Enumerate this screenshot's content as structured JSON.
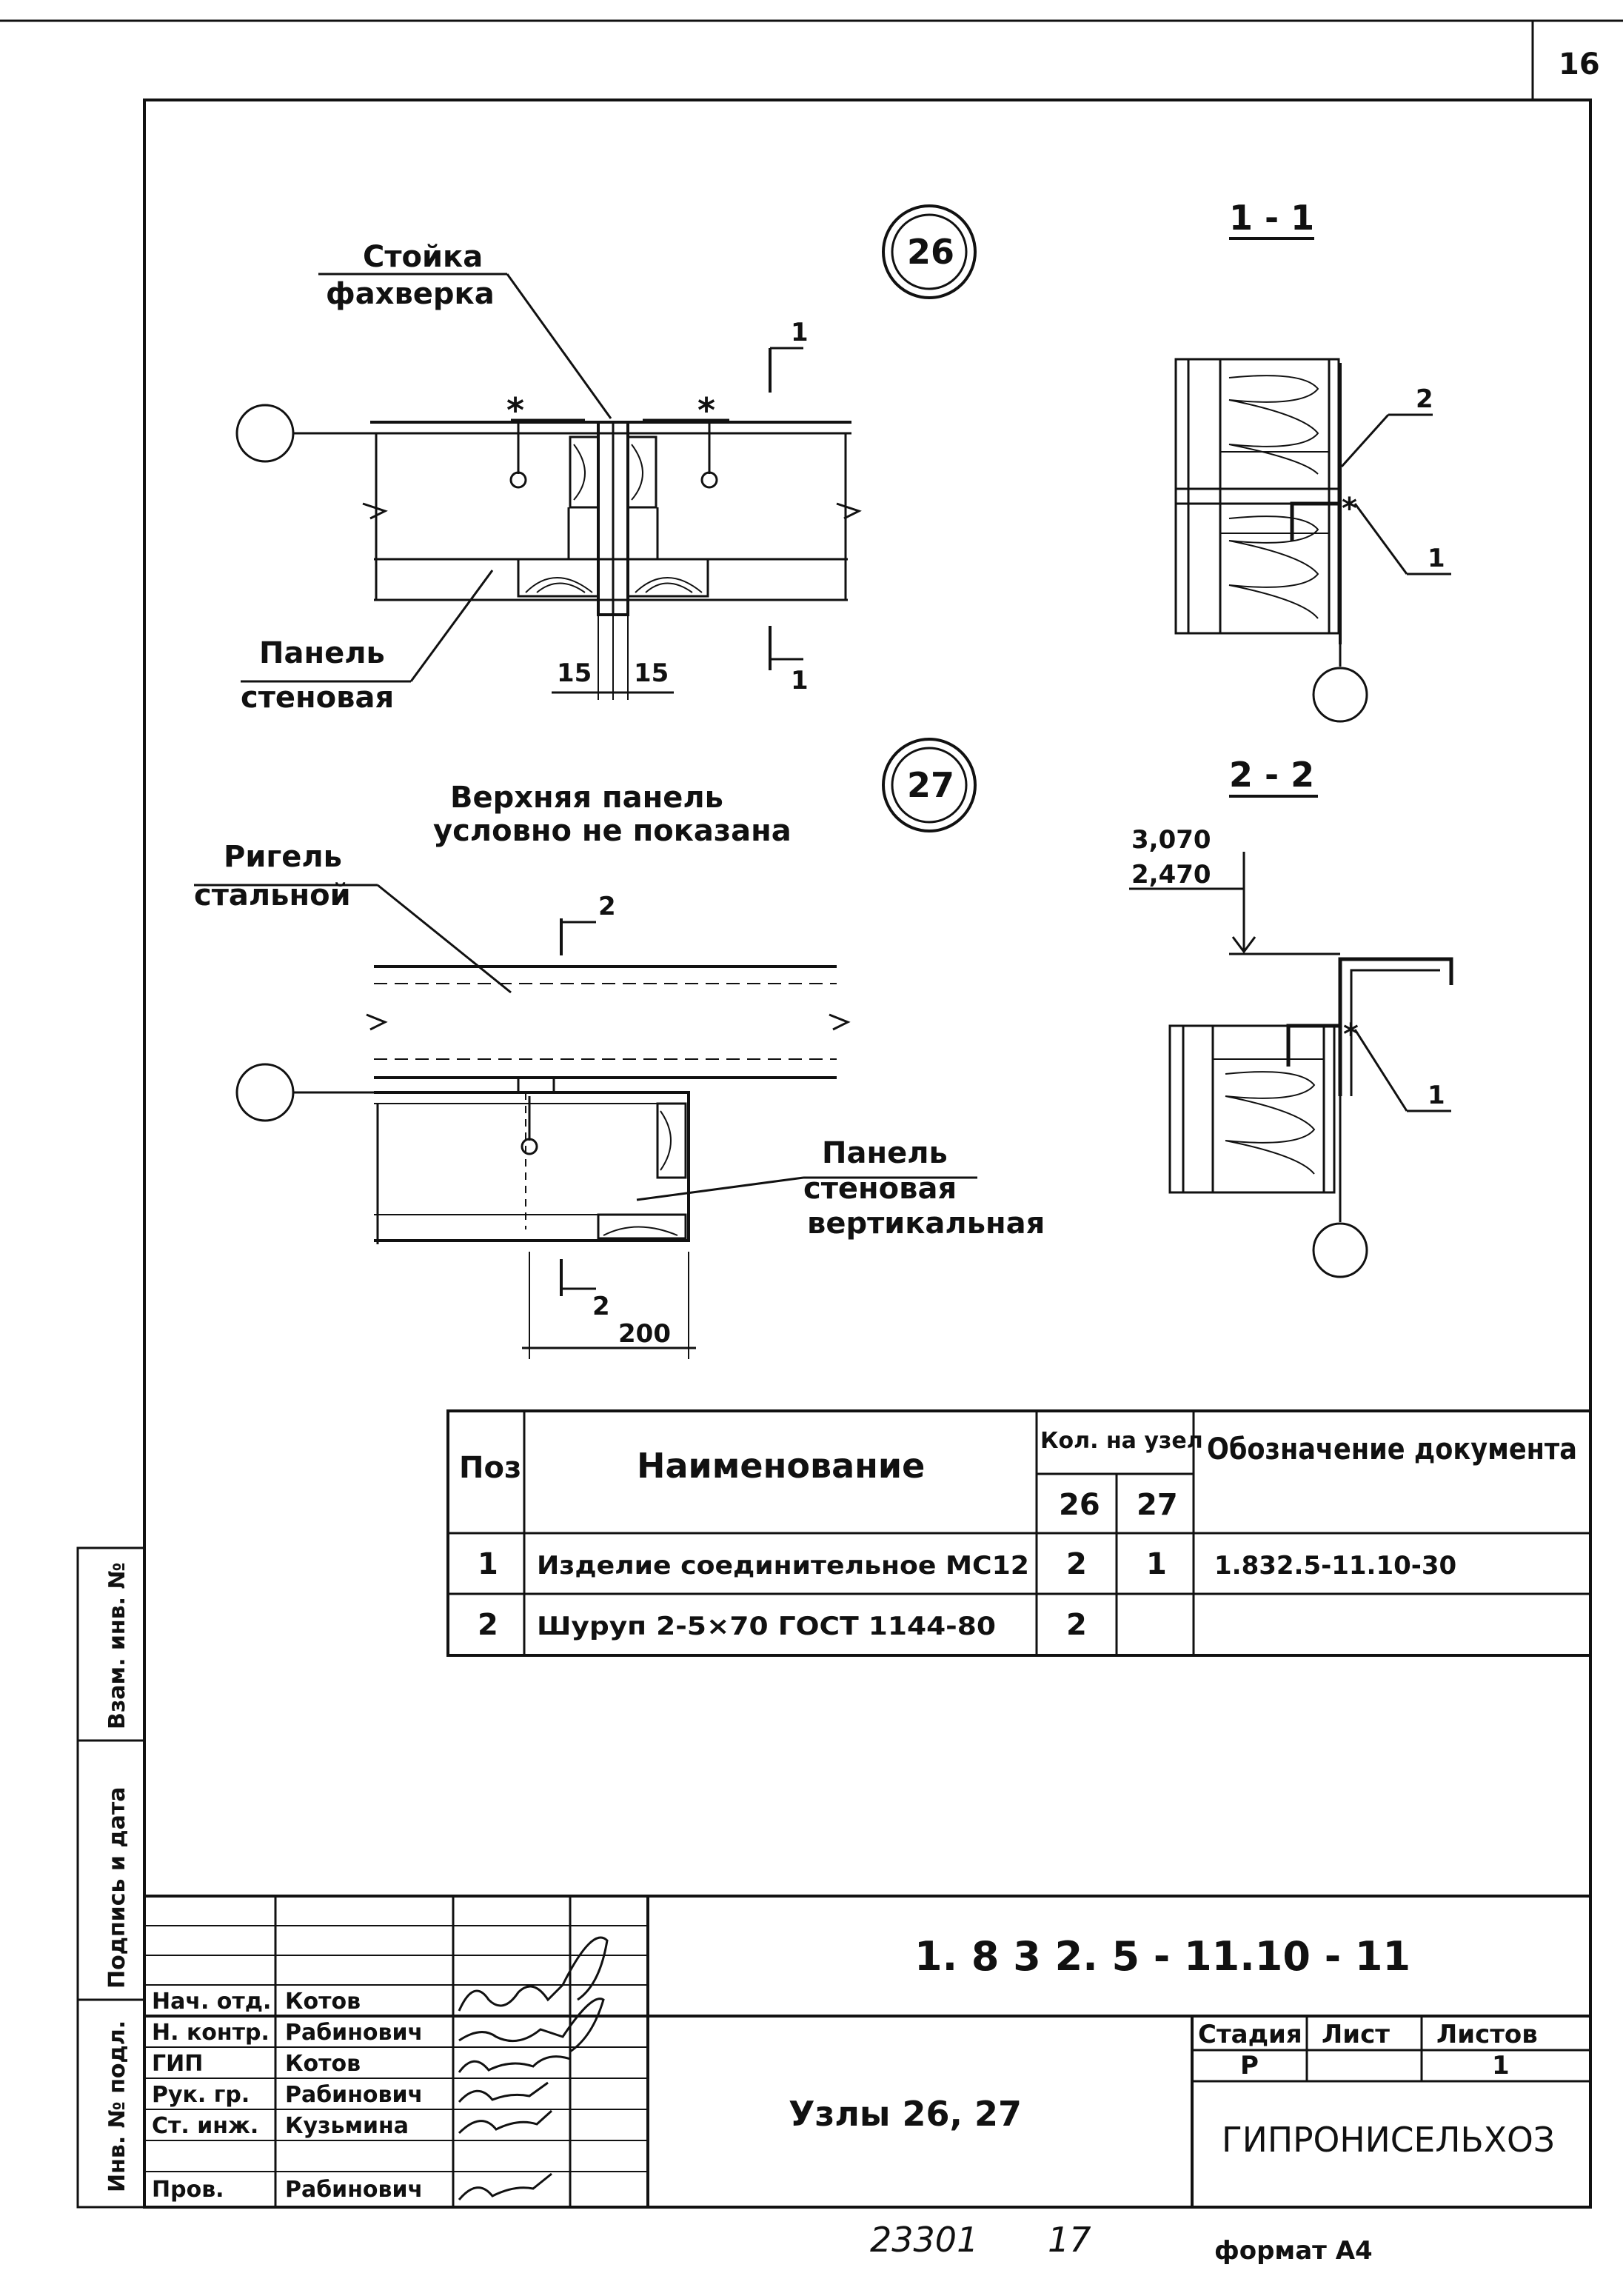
{
  "sheet": {
    "page_number": "16",
    "bottom_note_number": "23301",
    "bottom_note_copy": "17",
    "format_label": "формат А4"
  },
  "left_margin": {
    "inv_podl": "Инв. № подл.",
    "podpis_data": "Подпись и дата",
    "vzam_inv": "Взам. инв. №"
  },
  "drawing": {
    "node_26_label": "26",
    "node_27_label": "27",
    "section_1_title": "1 - 1",
    "section_2_title": "2 - 2",
    "label_stoika_line1": "Стойка",
    "label_stoika_line2": "фахверка",
    "label_panel_line1": "Панель",
    "label_panel_line2": "стеновая",
    "cut_mark_1": "1",
    "cut_mark_2": "2",
    "dim_15_left": "15",
    "dim_15_right": "15",
    "note_line1": "Верхняя панель",
    "note_line2": "условно не показана",
    "label_rigel_line1": "Ригель",
    "label_rigel_line2": "стальной",
    "label_panel_vert_line1": "Панель",
    "label_panel_vert_line2": "стеновая",
    "label_panel_vert_line3": "вертикальная",
    "dim_200": "200",
    "callout_1": "1",
    "callout_2": "2",
    "elev_top": "3,070",
    "elev_bottom": "2,470",
    "weld_mark": "*"
  },
  "spec_table": {
    "headers": {
      "pos": "Поз",
      "name": "Наименование",
      "qty": "Кол. на узел",
      "qty_26": "26",
      "qty_27": "27",
      "doc": "Обозначение документа"
    },
    "rows": [
      {
        "pos": "1",
        "name": "Изделие соединительное МС12",
        "q26": "2",
        "q27": "1",
        "doc": "1.832.5-11.10-30"
      },
      {
        "pos": "2",
        "name": "Шуруп 2-5×70 ГОСТ 1144-80",
        "q26": "2",
        "q27": "",
        "doc": ""
      }
    ]
  },
  "title_block": {
    "doc_code": "1. 8 3 2. 5 - 11.10 - 11",
    "sheet_title": "Узлы 26, 27",
    "org": "ГИПРОНИСЕЛЬХОЗ",
    "stage_header": "Стадия",
    "list_header": "Лист",
    "lists_header": "Листов",
    "stage_value": "Р",
    "list_value": "",
    "lists_value": "1",
    "people": [
      {
        "role": "Нач. отд.",
        "name": "Котов"
      },
      {
        "role": "Н. контр.",
        "name": "Рабинович"
      },
      {
        "role": "ГИП",
        "name": "Котов"
      },
      {
        "role": "Рук. гр.",
        "name": "Рабинович"
      },
      {
        "role": "Ст. инж.",
        "name": "Кузьмина"
      },
      {
        "role": "Пров.",
        "name": "Рабинович"
      }
    ]
  }
}
